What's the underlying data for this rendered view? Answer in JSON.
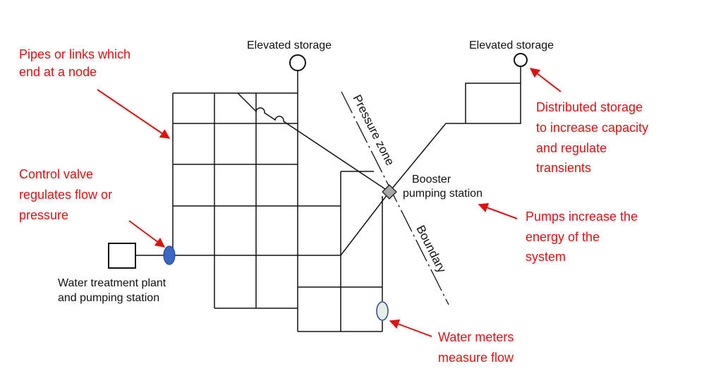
{
  "labels": {
    "elevated_storage_left": "Elevated storage",
    "elevated_storage_right": "Elevated storage",
    "pressure_zone": "Pressure zone",
    "boundary": "Boundary",
    "booster_line1": "Booster",
    "booster_line2": "pumping station",
    "plant_line1": "Water treatment plant",
    "plant_line2": "and pumping station"
  },
  "annotations": {
    "pipes_line1": "Pipes or links which",
    "pipes_line2": "end at a node",
    "valve_line1": "Control valve",
    "valve_line2": "regulates flow or",
    "valve_line3": "pressure",
    "storage_line1": "Distributed storage",
    "storage_line2": "to increase capacity",
    "storage_line3": "and regulate",
    "storage_line4": "transients",
    "pumps_line1": "Pumps increase the",
    "pumps_line2": "energy of the",
    "pumps_line3": "system",
    "meters_line1": "Water meters",
    "meters_line2": "measure flow"
  },
  "colors": {
    "annotation": "#e01010",
    "pipe": "#111111",
    "control_valve": "#3a66c4",
    "booster": "#a6a6a6",
    "meter": "#e6ece6"
  }
}
